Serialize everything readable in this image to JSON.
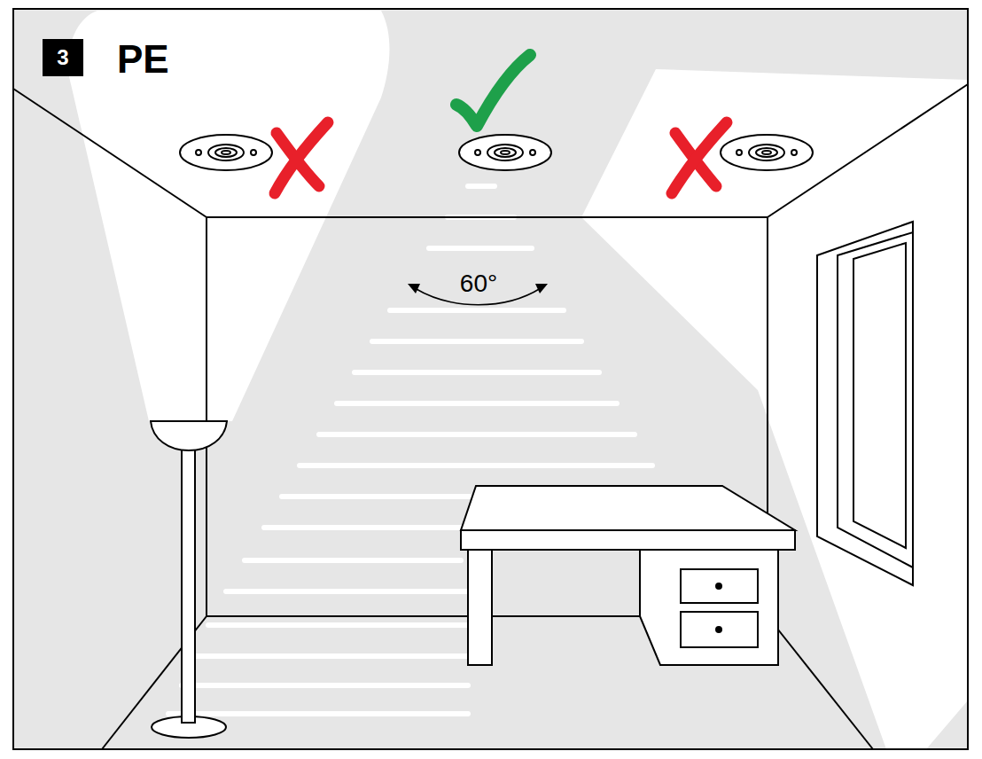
{
  "diagram": {
    "title": "PE",
    "nodes": [
      {
        "text": [
          "3"
        ]
      }
    ],
    "labels": [
      "60°"
    ]
  }
}
